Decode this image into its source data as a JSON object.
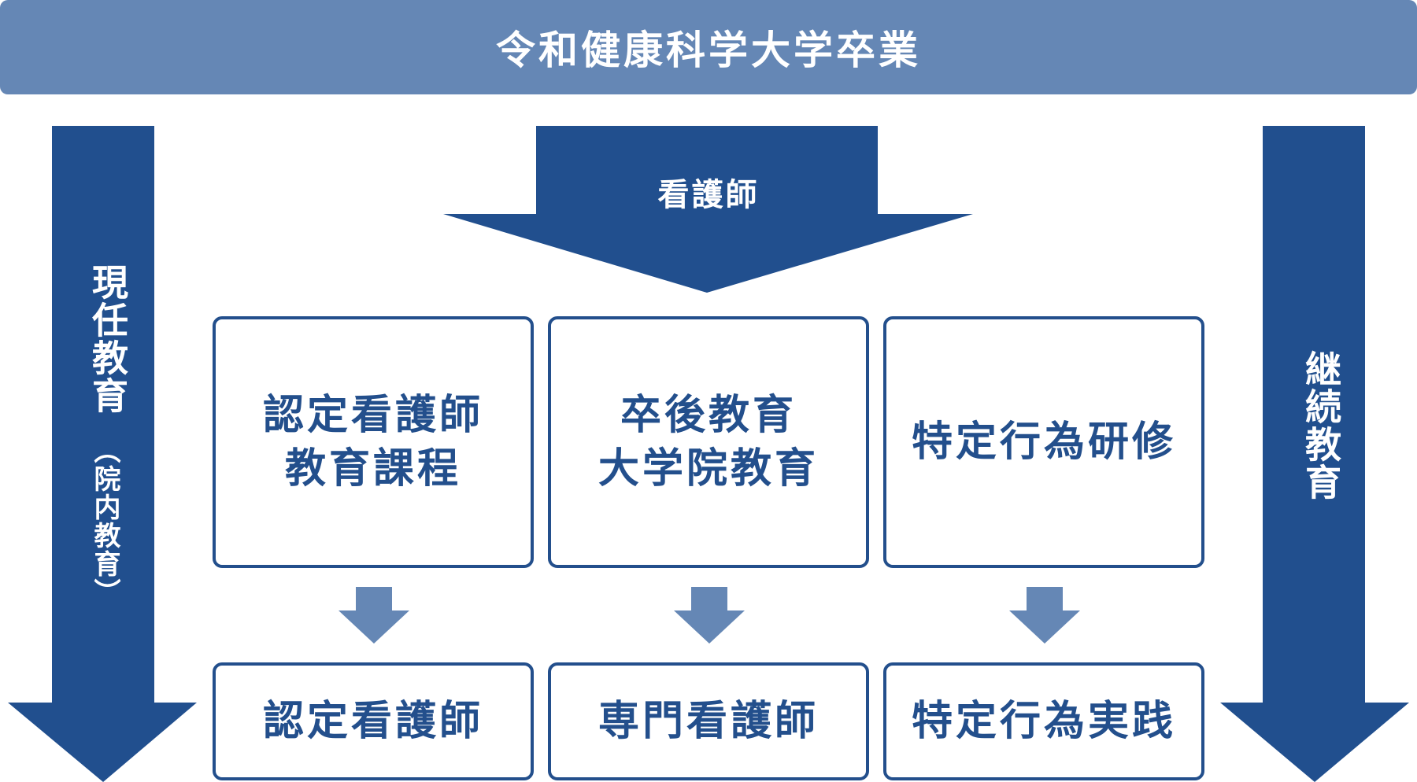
{
  "banner": {
    "title": "令和健康科学大学卒業"
  },
  "center_arrow": {
    "label": "看護師"
  },
  "left_arrow": {
    "label": "現任教育",
    "sublabel": "（院内教育）"
  },
  "right_arrow": {
    "label": "継続教育"
  },
  "programs": [
    {
      "line1": "認定看護師",
      "line2": "教育課程"
    },
    {
      "line1": "卒後教育",
      "line2": "大学院教育"
    },
    {
      "line1": "特定行為研修",
      "line2": ""
    }
  ],
  "outcomes": [
    {
      "label": "認定看護師"
    },
    {
      "label": "専門看護師"
    },
    {
      "label": "特定行為実践"
    }
  ],
  "colors": {
    "dark_blue": "#214f8e",
    "light_blue": "#6587b5",
    "box_border": "#234f8c"
  }
}
